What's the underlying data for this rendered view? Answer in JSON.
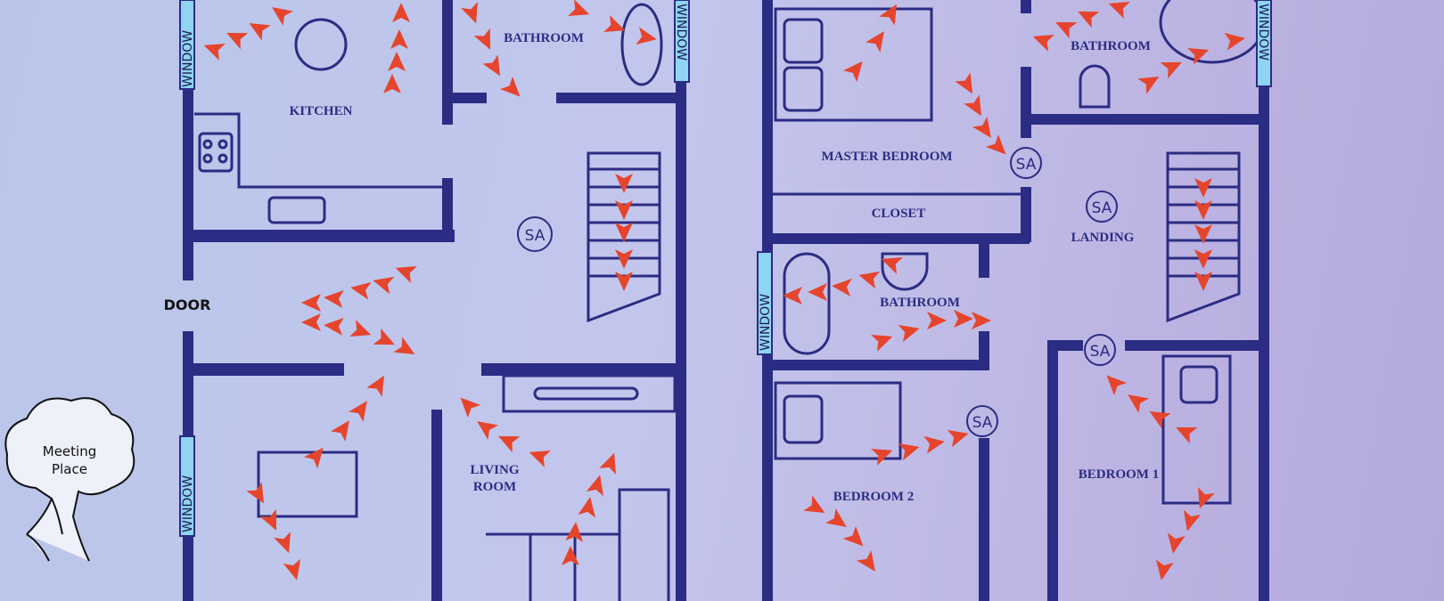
{
  "colors": {
    "wall": "#2b2c83",
    "arrow": "#e5452d",
    "window": "#8fd4f2"
  },
  "labels": {
    "window": "WINDOW",
    "door": "DOOR",
    "kitchen": "KITCHEN",
    "bathroom": "BATHROOM",
    "living_room_1": "LIVING",
    "living_room_2": "ROOM",
    "master_bedroom": "MASTER BEDROOM",
    "closet": "CLOSET",
    "landing": "LANDING",
    "bedroom_2": "BEDROOM 2",
    "bedroom_1": "BEDROOM 1",
    "meeting_place_1": "Meeting",
    "meeting_place_2": "Place",
    "smoke_alarm": "SA"
  }
}
